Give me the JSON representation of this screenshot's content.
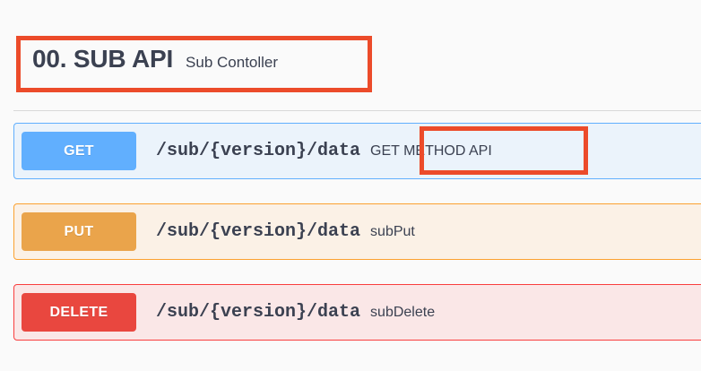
{
  "page": {
    "background_color": "#fafafa",
    "annotation_color": "#ec4b2a"
  },
  "tag": {
    "title": "00. SUB API",
    "subtitle": "Sub Contoller"
  },
  "operations": [
    {
      "method": "GET",
      "path": "/sub/{version}/data",
      "summary": "GET METHOD API",
      "method_color": "#61affe",
      "row_background": "#ebf3fb",
      "row_border": "#61affe"
    },
    {
      "method": "PUT",
      "path": "/sub/{version}/data",
      "summary": "subPut",
      "method_color": "#eaa44b",
      "row_background": "#fbf1e6",
      "row_border": "#fca130"
    },
    {
      "method": "DELETE",
      "path": "/sub/{version}/data",
      "summary": "subDelete",
      "method_color": "#e9473f",
      "row_background": "#fae7e7",
      "row_border": "#f93e3e"
    }
  ],
  "annotations": [
    {
      "name": "title-highlight",
      "target": "00. SUB API Sub Contoller"
    },
    {
      "name": "get-summary-highlight",
      "target": "GET METHOD API"
    }
  ]
}
